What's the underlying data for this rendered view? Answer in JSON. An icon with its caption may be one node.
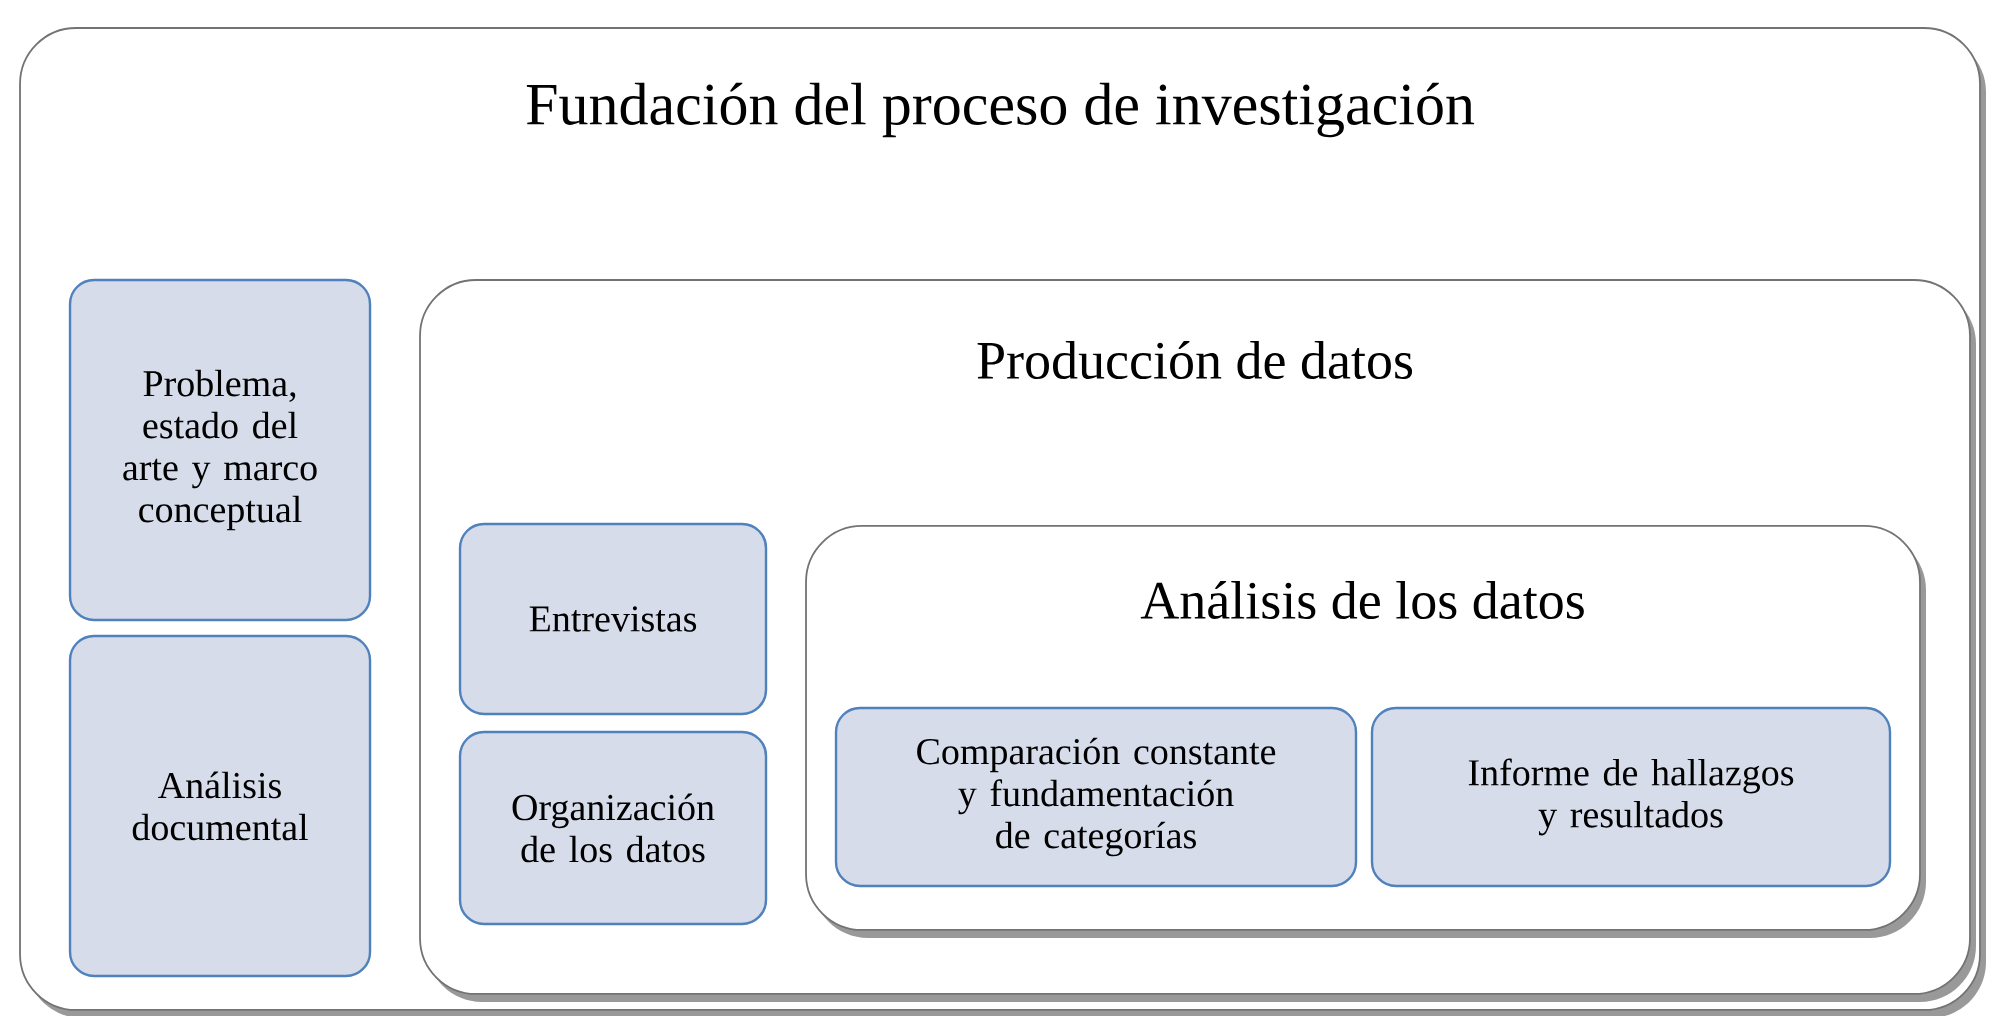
{
  "diagram": {
    "nodes": [
      {
        "text": [
          "Fundación del proceso de investigación"
        ]
      },
      {
        "text": [
          "Problema, estado del arte y marco conceptual"
        ],
        "in": 0
      },
      {
        "text": [
          "Análisis documental"
        ],
        "in": 0
      },
      {
        "text": [
          "Producción de datos"
        ],
        "in": 0
      },
      {
        "text": [
          "Entrevistas"
        ],
        "in": 3
      },
      {
        "text": [
          "Organización de los datos"
        ],
        "in": 3
      },
      {
        "text": [
          "Análisis de los datos"
        ],
        "in": 3
      },
      {
        "text": [
          "Comparación constante y fundamentación de categorías"
        ],
        "in": 6
      },
      {
        "text": [
          "Informe de hallazgos y resultados"
        ],
        "in": 6
      }
    ]
  }
}
